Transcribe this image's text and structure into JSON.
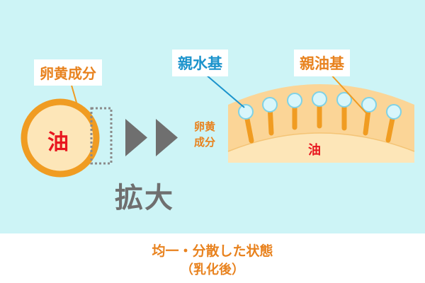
{
  "labels": {
    "yolk": "卵黄成分",
    "oil_center": "油",
    "enlarge": "拡大",
    "hydrophilic": "親水基",
    "lipophilic": "親油基",
    "side_yolk": "卵黄成分",
    "oil_right": "油"
  },
  "caption": {
    "line1": "均一・分散した状態",
    "line2": "（乳化後）"
  },
  "colors": {
    "background": "#cdf4f6",
    "oil_fill": "#fde6b8",
    "yolk_ring": "#f09c22",
    "membrane": "#fbd597",
    "tail": "#f09c22",
    "head": "#d8f6fb",
    "head_stroke": "#7fd2e6",
    "arrow": "#6f6f6f",
    "water_text": "#1b93cc",
    "orange_text": "#e8821e",
    "red_text": "#e8161f"
  },
  "icons": [
    "forward-arrow-icon",
    "forward-arrow-icon"
  ]
}
